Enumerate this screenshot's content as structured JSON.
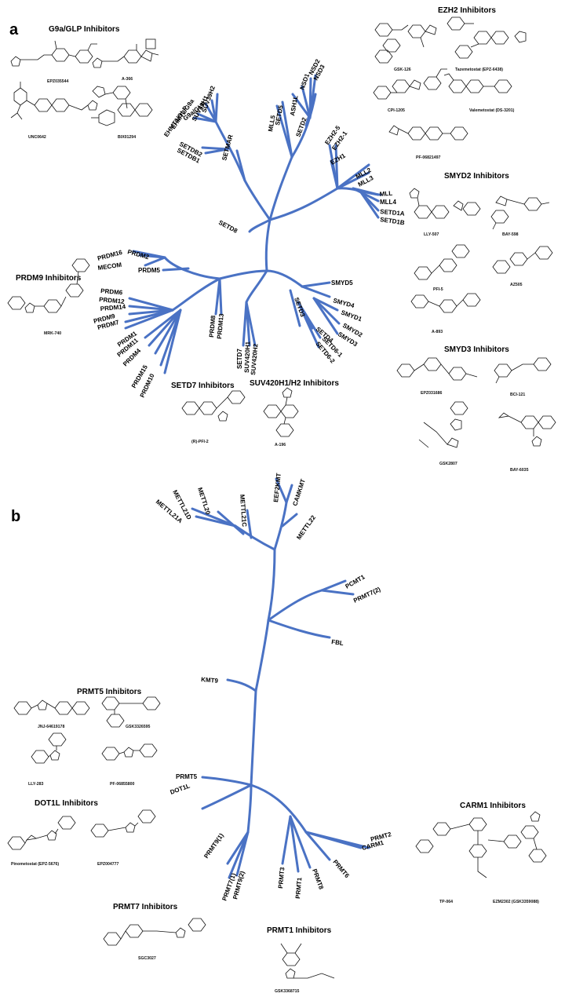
{
  "colors": {
    "branch": "#4a72c4",
    "text": "#000000",
    "molecule": "#111111"
  },
  "panels": {
    "a": {
      "letter": "a",
      "groups": [
        {
          "title": "G9a/GLP Inhibitors",
          "compounds": [
            "EPZ035544",
            "A-366",
            "UNC0642",
            "BIX01294"
          ]
        },
        {
          "title": "EZH2 Inhibitors",
          "compounds": [
            "GSK-126",
            "Tazemetostat (EPZ-6438)",
            "CPI-1205",
            "Valemetostat (DS-3201)",
            "PF-06821497"
          ]
        },
        {
          "title": "SMYD2 Inhibitors",
          "compounds": [
            "LLY-507",
            "BAY-598",
            "PFI-5",
            "AZ505",
            "A-893"
          ]
        },
        {
          "title": "PRDM9 Inhibitors",
          "compounds": [
            "MRK-740"
          ]
        },
        {
          "title": "SETD7 Inhibitors",
          "compounds": [
            "(R)-PFI-2"
          ]
        },
        {
          "title": "SUV420H1/H2 Inhibitors",
          "compounds": [
            "A-196"
          ]
        },
        {
          "title": "SMYD3 Inhibitors",
          "compounds": [
            "EPZ031686",
            "BCI-121",
            "GSK2807",
            "BAY-6035"
          ]
        }
      ],
      "leaves": [
        "G9a/GLP",
        "EHMT1/GLP",
        "EHMT2/G9a",
        "SUV39H1",
        "SUV39H2",
        "SETDB2",
        "SETDB1",
        "SETMAR",
        "MLL5",
        "SETD5",
        "ASH1L",
        "NSD1",
        "NSD2",
        "NSD3",
        "SETD2",
        "EZH2-5",
        "EZH2-1",
        "EZH1",
        "MLL2",
        "MLL3",
        "MLL",
        "MLL4",
        "SETD1A",
        "SETD1B",
        "SETD8",
        "PRDM16",
        "PRDM2",
        "MECOM",
        "PRDM5",
        "PRDM6",
        "PRDM12",
        "PRDM14",
        "PRDM9",
        "PRDM7",
        "PRDM1",
        "PRDM11",
        "PRDM4",
        "PRDM15",
        "PRDM10",
        "PRDM8",
        "PRDM13",
        "SETD7",
        "SUV420H1",
        "SUV420H2",
        "SMYD5",
        "SMYD4",
        "SMYD1",
        "SMYD2",
        "SMYD3",
        "SETD3",
        "SETD4",
        "SETD6-1",
        "SETD6-2"
      ]
    },
    "b": {
      "letter": "b",
      "groups": [
        {
          "title": "PRMT5 Inhibitors",
          "compounds": [
            "JNJ-64619178",
            "GSK3326595",
            "LLY-283",
            "PF-06855800"
          ]
        },
        {
          "title": "DOT1L Inhibitors",
          "compounds": [
            "Pinometostat (EPZ-5676)",
            "EPZ004777"
          ]
        },
        {
          "title": "CARM1 Inhibitors",
          "compounds": [
            "TP-064",
            "EZM2302 (GSK3359088)"
          ]
        },
        {
          "title": "PRMT7 Inhibitors",
          "compounds": [
            "SGC3027"
          ]
        },
        {
          "title": "PRMT1 Inhibitors",
          "compounds": [
            "GSK3368715"
          ]
        }
      ],
      "leaves": [
        "METTL21D",
        "METTL21A",
        "METTL20",
        "METTL21C",
        "EEF2KMT",
        "CAMKMT",
        "METTL22",
        "PCMT1",
        "PRMT7(2)",
        "FBL",
        "KMT9",
        "PRMT5",
        "DOT1L",
        "PRMT9(1)",
        "PRMT7(1)",
        "PRMT9(2)",
        "PRMT3",
        "PRMT1",
        "PRMT8",
        "PRMT6",
        "CARM1",
        "PRMT2"
      ]
    }
  }
}
